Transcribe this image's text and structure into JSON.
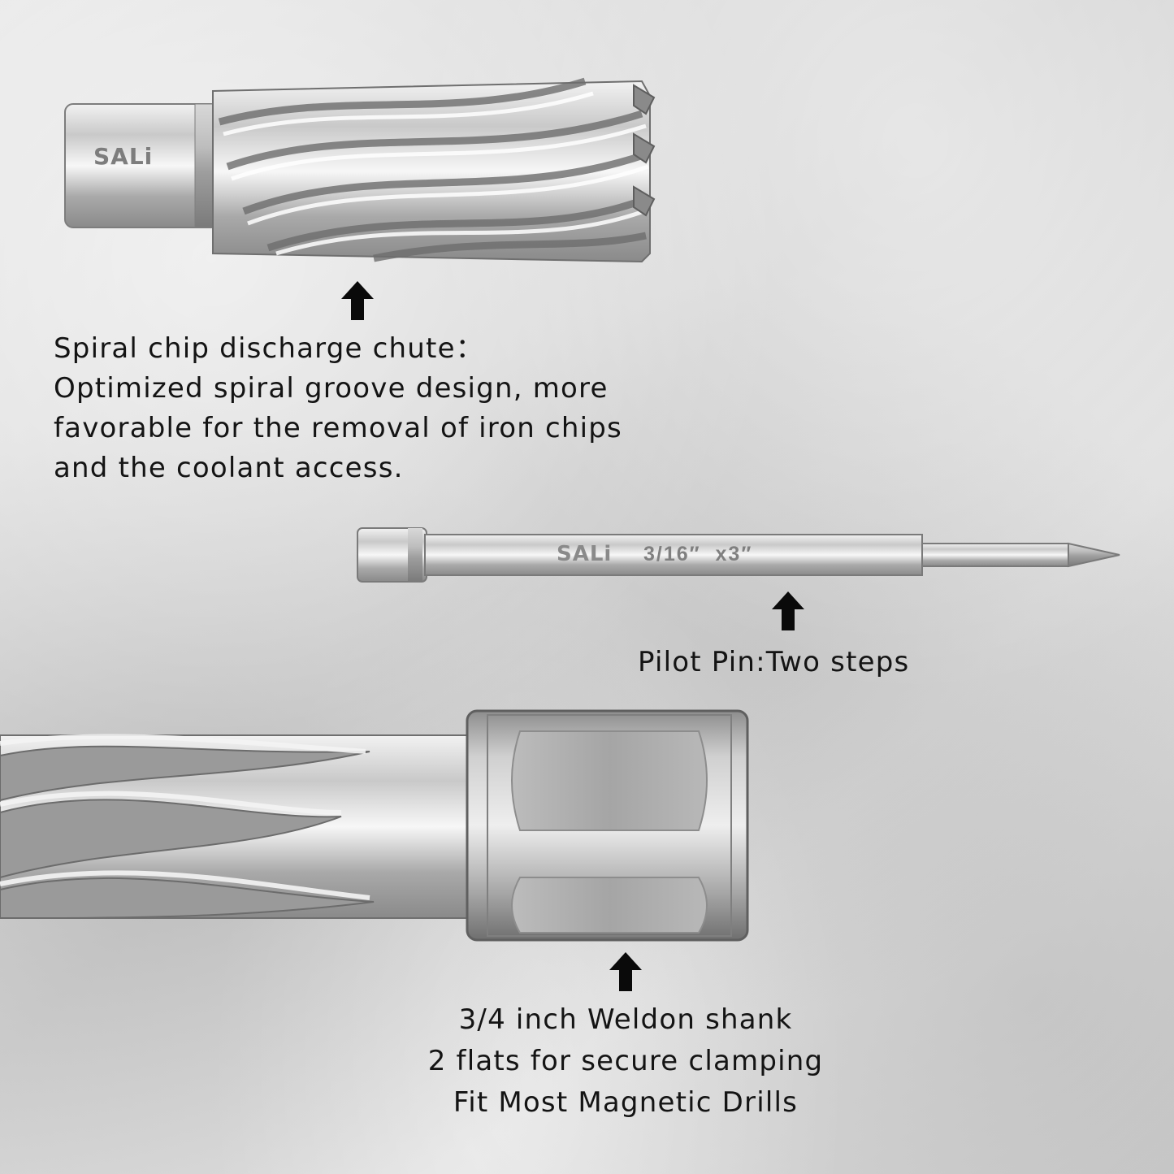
{
  "brand": {
    "logo_text": "SALi"
  },
  "pilot_pin": {
    "marking": "3/16″  x3″"
  },
  "captions": {
    "spiral": {
      "lines": [
        "Spiral chip discharge chute：",
        "Optimized spiral groove design, more",
        "favorable for the removal of iron chips",
        "and the coolant access."
      ]
    },
    "pilot": {
      "lines": [
        "Pilot Pin:Two steps"
      ]
    },
    "shank": {
      "lines": [
        "3/4 inch Weldon shank",
        "2 flats for secure clamping",
        "Fit Most Magnetic Drills"
      ]
    }
  },
  "icons": {
    "arrows": [
      "up-arrow-icon",
      "up-arrow-icon",
      "up-arrow-icon"
    ]
  }
}
